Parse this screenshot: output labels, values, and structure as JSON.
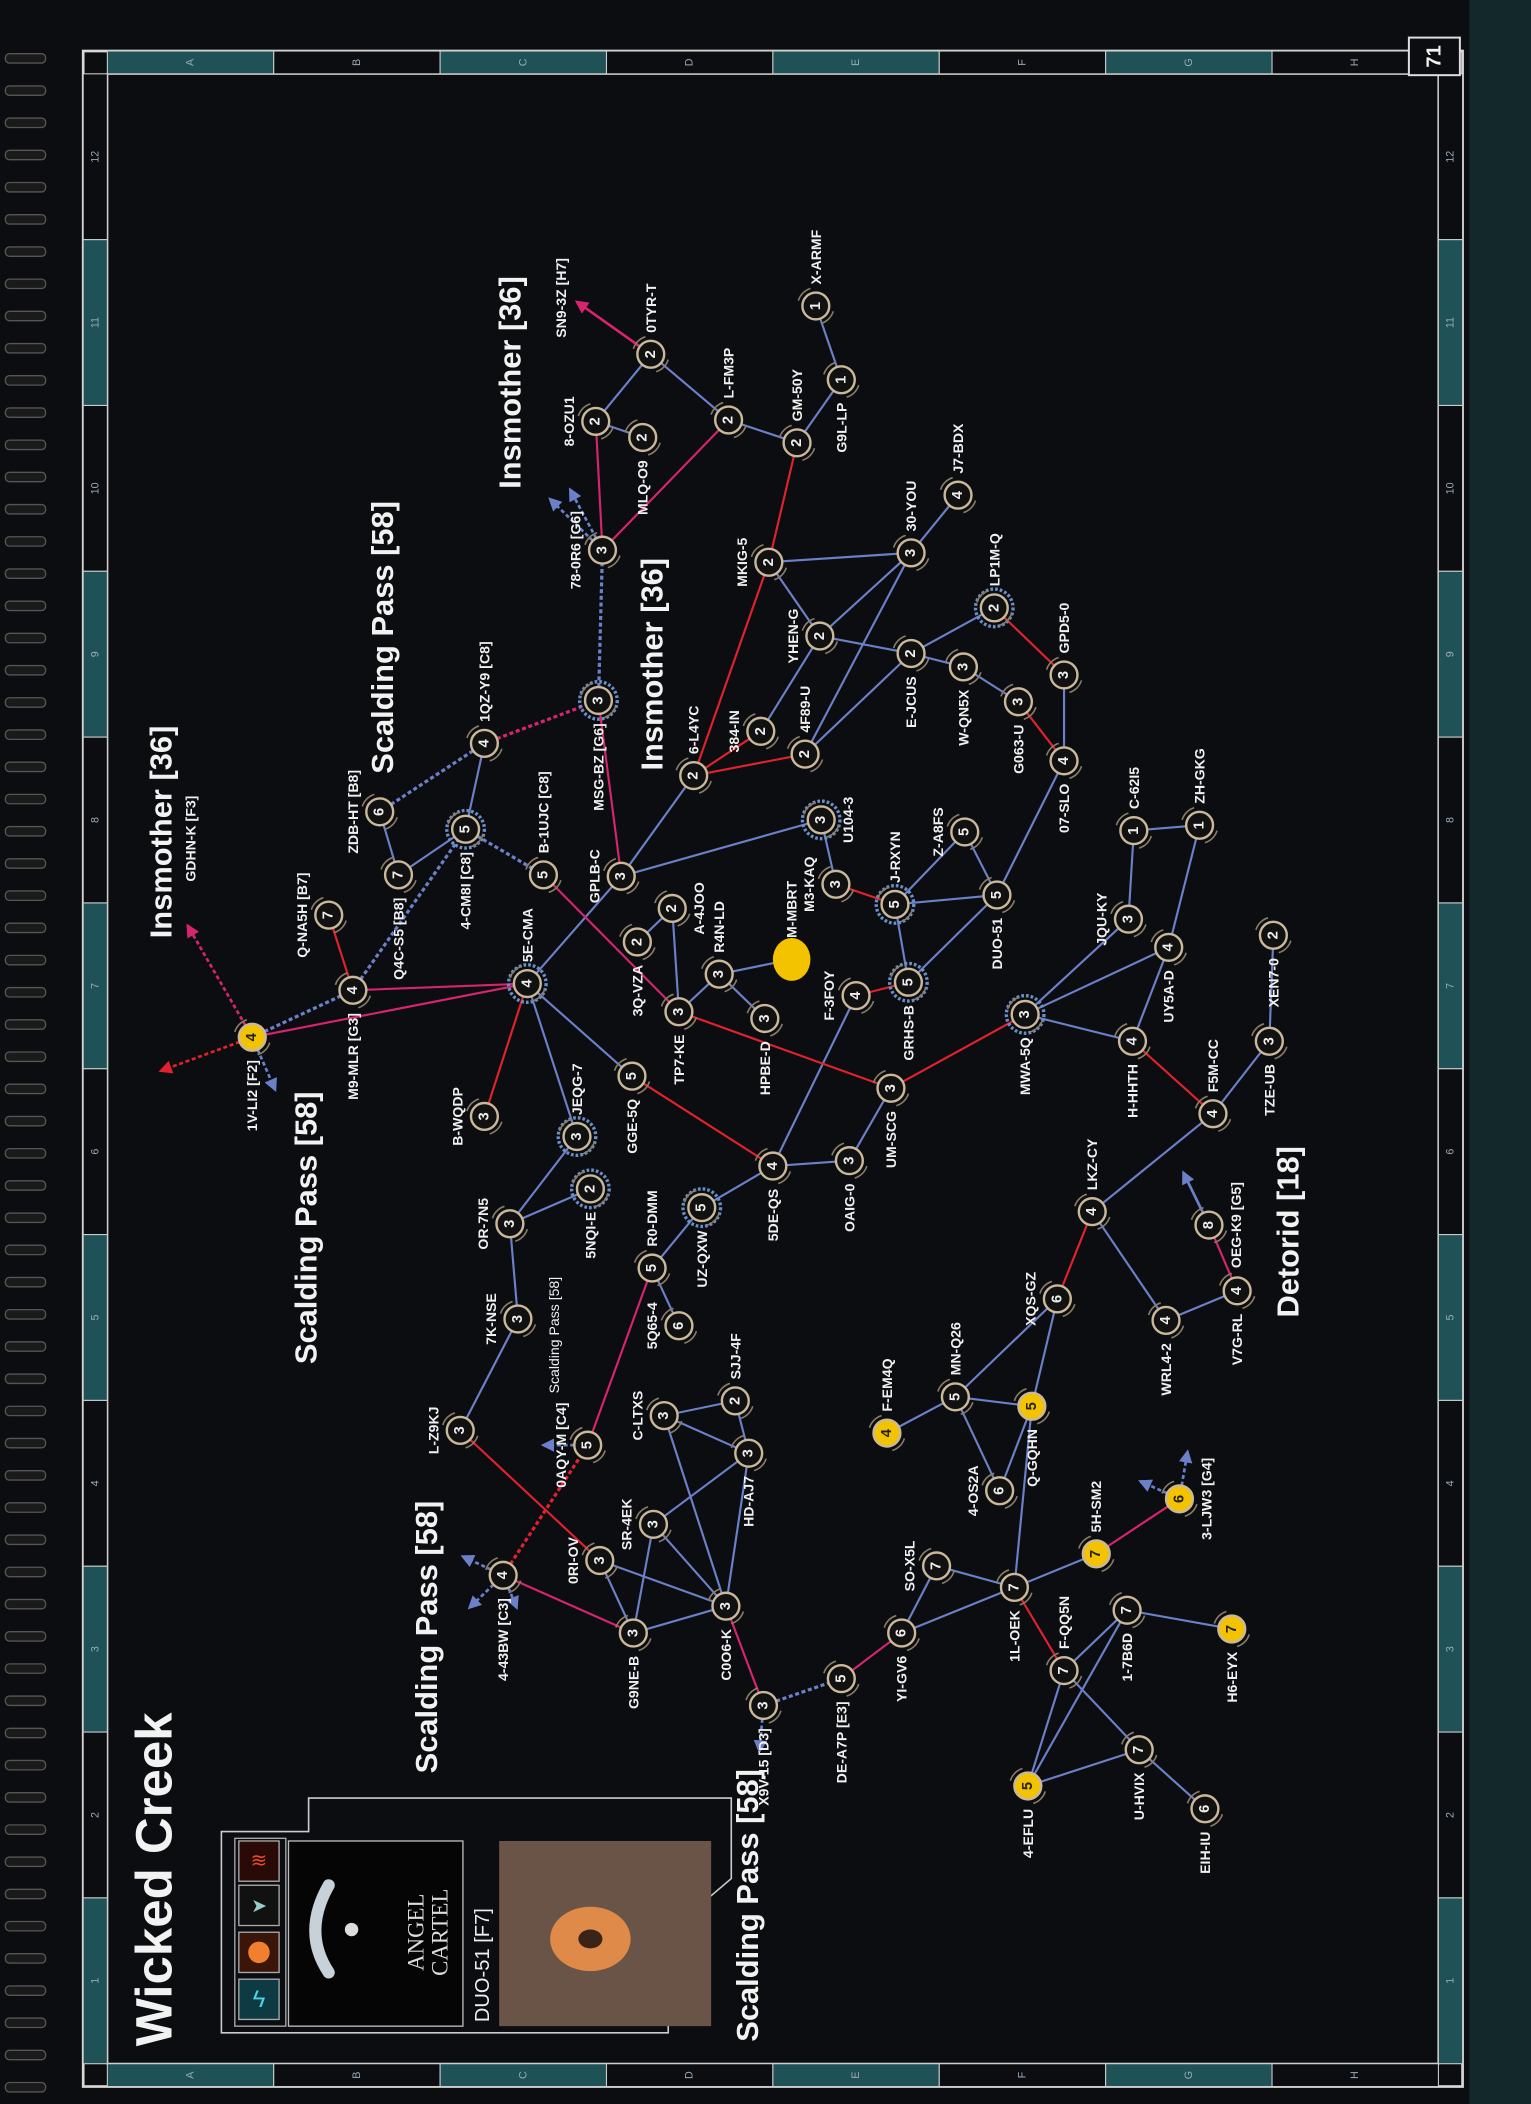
{
  "page_number": "71",
  "title": "Wicked Creek",
  "panel": {
    "faction_name_line1": "ANGEL",
    "faction_name_line2": "CARTEL",
    "capital": "DUO-51 [F7]",
    "icons": [
      "lightning-icon",
      "explosion-icon",
      "drone-icon",
      "heat-icon"
    ]
  },
  "grid": {
    "columns": [
      "A",
      "B",
      "C",
      "D",
      "E",
      "F",
      "G",
      "H"
    ],
    "rows": [
      "12",
      "11",
      "10",
      "9",
      "8",
      "7",
      "6",
      "5",
      "4",
      "3",
      "2",
      "1"
    ]
  },
  "colors": {
    "background": "#0b0d10",
    "border_teal": "#1f5257",
    "gate": "#6b80c8",
    "constellation_gate": "#e0222e",
    "region_gate": "#d6246e",
    "node_ring": "#c9b99a",
    "highlight": "#f3c300"
  },
  "regions": [
    {
      "id": "r1",
      "text": "Insmother [36]",
      "sub": "GDHN-K [F3]"
    },
    {
      "id": "r2",
      "text": "Scalding Pass [58]"
    },
    {
      "id": "r3",
      "text": "Insmother [36]"
    },
    {
      "id": "r4",
      "text": "Insmother [36]"
    },
    {
      "id": "r5",
      "text": "Scalding Pass [58]"
    },
    {
      "id": "r6",
      "text": "Scalding Pass [58]"
    },
    {
      "id": "r7",
      "text": "Scalding Pass [58]"
    },
    {
      "id": "r8",
      "text": "Detorid [18]"
    },
    {
      "id": "r9",
      "text": "SN9-3Z [H7]"
    },
    {
      "id": "r10",
      "text": "Scalding Pass [58]"
    }
  ],
  "sun": "M-MBRT",
  "nodes": [
    {
      "id": "1V-LI2",
      "label": "1V-LI2 [F2]",
      "sec": "4",
      "style": "yellow"
    },
    {
      "id": "M9-MLR",
      "label": "M9-MLR [G3]",
      "sec": "4"
    },
    {
      "id": "Q-NA5H",
      "label": "Q-NA5H [B7]",
      "sec": "7"
    },
    {
      "id": "Q4C-S5",
      "label": "Q4C-S5 [B8]",
      "sec": "7"
    },
    {
      "id": "ZDB-HT",
      "label": "ZDB-HT [B8]",
      "sec": "6"
    },
    {
      "id": "4-CM8I",
      "label": "4-CM8I [C8]",
      "sec": "5",
      "style": "blue"
    },
    {
      "id": "1QZ-Y9",
      "label": "1QZ-Y9 [C8]",
      "sec": "4"
    },
    {
      "id": "B-1UJC",
      "label": "B-1UJC [C8]",
      "sec": "5"
    },
    {
      "id": "5E-CMA",
      "label": "5E-CMA",
      "sec": "4",
      "style": "blue"
    },
    {
      "id": "MSG-BZ",
      "label": "MSG-BZ [G6]",
      "sec": "3",
      "style": "blue"
    },
    {
      "id": "78-0R6",
      "label": "78-0R6 [G6]",
      "sec": "3"
    },
    {
      "id": "8-OZU1",
      "label": "8-OZU1",
      "sec": "2"
    },
    {
      "id": "MLQ-O9",
      "label": "MLQ-O9",
      "sec": "2"
    },
    {
      "id": "0TYR-T",
      "label": "0TYR-T",
      "sec": "2"
    },
    {
      "id": "L-FM3P",
      "label": "L-FM3P",
      "sec": "2"
    },
    {
      "id": "GM-50Y",
      "label": "GM-50Y",
      "sec": "2"
    },
    {
      "id": "G9L-LP",
      "label": "G9L-LP",
      "sec": "1"
    },
    {
      "id": "X-ARMF",
      "label": "X-ARMF",
      "sec": "1"
    },
    {
      "id": "J7-BDX",
      "label": "J7-BDX",
      "sec": "4"
    },
    {
      "id": "30-YOU",
      "label": "30-YOU",
      "sec": "3"
    },
    {
      "id": "MKIG-5",
      "label": "MKIG-5",
      "sec": "2"
    },
    {
      "id": "YHEN-G",
      "label": "YHEN-G",
      "sec": "2"
    },
    {
      "id": "E-JCUS",
      "label": "E-JCUS",
      "sec": "2"
    },
    {
      "id": "LP1M-Q",
      "label": "LP1M-Q",
      "sec": "2",
      "style": "blue"
    },
    {
      "id": "W-QN5X",
      "label": "W-QN5X",
      "sec": "3"
    },
    {
      "id": "GPD5-0",
      "label": "GPD5-0",
      "sec": "3"
    },
    {
      "id": "G063-U",
      "label": "G063-U",
      "sec": "3"
    },
    {
      "id": "07-SLO",
      "label": "07-SLO",
      "sec": "4"
    },
    {
      "id": "384-IN",
      "label": "384-IN",
      "sec": "2"
    },
    {
      "id": "4F89-U",
      "label": "4F89-U",
      "sec": "2"
    },
    {
      "id": "6-L4YC",
      "label": "6-L4YC",
      "sec": "2"
    },
    {
      "id": "C-62I5",
      "label": "C-62I5",
      "sec": "1"
    },
    {
      "id": "ZH-GKG",
      "label": "ZH-GKG",
      "sec": "1"
    },
    {
      "id": "U104-3",
      "label": "U104-3",
      "sec": "3",
      "style": "blue"
    },
    {
      "id": "Z-A8FS",
      "label": "Z-A8FS",
      "sec": "5"
    },
    {
      "id": "GPLB-C",
      "label": "GPLB-C",
      "sec": "3"
    },
    {
      "id": "A-4JOO",
      "label": "A-4JOO",
      "sec": "2"
    },
    {
      "id": "3Q-VZA",
      "label": "3Q-VZA",
      "sec": "2"
    },
    {
      "id": "M3-KAQ",
      "label": "M3-KAQ",
      "sec": "3"
    },
    {
      "id": "J-RXYN",
      "label": "J-RXYN",
      "sec": "5",
      "style": "blue"
    },
    {
      "id": "DUO-51",
      "label": "DUO-51",
      "sec": "5"
    },
    {
      "id": "JQU-KY",
      "label": "JQU-KY",
      "sec": "3"
    },
    {
      "id": "UY5A-D",
      "label": "UY5A-D",
      "sec": "4"
    },
    {
      "id": "XEN7-0",
      "label": "XEN7-0",
      "sec": "2"
    },
    {
      "id": "R4N-LD",
      "label": "R4N-LD",
      "sec": "3"
    },
    {
      "id": "M-MBRT",
      "label": "M-MBRT",
      "sec": "",
      "style": "sun"
    },
    {
      "id": "HPBE-D",
      "label": "HPBE-D",
      "sec": "3"
    },
    {
      "id": "TP7-KE",
      "label": "TP7-KE",
      "sec": "3"
    },
    {
      "id": "F-3FOY",
      "label": "F-3FOY",
      "sec": "4"
    },
    {
      "id": "GRHS-B",
      "label": "GRHS-B",
      "sec": "5",
      "style": "blue"
    },
    {
      "id": "MWA-5Q",
      "label": "MWA-5Q",
      "sec": "3",
      "style": "blue"
    },
    {
      "id": "H-HHTH",
      "label": "H-HHTH",
      "sec": "4"
    },
    {
      "id": "TZE-UB",
      "label": "TZE-UB",
      "sec": "3"
    },
    {
      "id": "F5M-CC",
      "label": "F5M-CC",
      "sec": "4"
    },
    {
      "id": "GGE-5Q",
      "label": "GGE-5Q",
      "sec": "5"
    },
    {
      "id": "B-WQDP",
      "label": "B-WQDP",
      "sec": "3"
    },
    {
      "id": "JEQG-7",
      "label": "JEQG-7",
      "sec": "3",
      "style": "blue"
    },
    {
      "id": "UM-SCG",
      "label": "UM-SCG",
      "sec": "3"
    },
    {
      "id": "OAIG-0",
      "label": "OAIG-0",
      "sec": "3"
    },
    {
      "id": "5DE-QS",
      "label": "5DE-QS",
      "sec": "4"
    },
    {
      "id": "5NQI-E",
      "label": "5NQI-E",
      "sec": "2",
      "style": "blue"
    },
    {
      "id": "OR-7N5",
      "label": "OR-7N5",
      "sec": "3"
    },
    {
      "id": "UZ-QXW",
      "label": "UZ-QXW",
      "sec": "5",
      "style": "blue"
    },
    {
      "id": "R0-DMM",
      "label": "R0-DMM",
      "sec": "5"
    },
    {
      "id": "LKZ-CY",
      "label": "LKZ-CY",
      "sec": "4"
    },
    {
      "id": "OEG-K9",
      "label": "OEG-K9 [G5]",
      "sec": "8"
    },
    {
      "id": "7K-NSE",
      "label": "7K-NSE",
      "sec": "3"
    },
    {
      "id": "5Q65-4",
      "label": "5Q65-4",
      "sec": "6"
    },
    {
      "id": "XQS-GZ",
      "label": "XQS-GZ",
      "sec": "6"
    },
    {
      "id": "V7G-RL",
      "label": "V7G-RL",
      "sec": "4"
    },
    {
      "id": "WRL4-2",
      "label": "WRL4-2",
      "sec": "4"
    },
    {
      "id": "SJJ-4F",
      "label": "SJJ-4F",
      "sec": "2"
    },
    {
      "id": "MN-Q26",
      "label": "MN-Q26",
      "sec": "5"
    },
    {
      "id": "F-EM4Q",
      "label": "F-EM4Q",
      "sec": "4",
      "style": "yellow"
    },
    {
      "id": "Q-GQHN",
      "label": "Q-GQHN",
      "sec": "5",
      "style": "yellow"
    },
    {
      "id": "L-Z9KJ",
      "label": "L-Z9KJ",
      "sec": "3"
    },
    {
      "id": "C-LTXS",
      "label": "C-LTXS",
      "sec": "3"
    },
    {
      "id": "0AQY-M",
      "label": "0AQY-M [C4]",
      "sec": "5"
    },
    {
      "id": "HD-AJ7",
      "label": "HD-AJ7",
      "sec": "3"
    },
    {
      "id": "4-OS2A",
      "label": "4-OS2A",
      "sec": "6"
    },
    {
      "id": "3-LJW3",
      "label": "3-LJW3 [G4]",
      "sec": "6",
      "style": "yellow"
    },
    {
      "id": "SR-4EK",
      "label": "SR-4EK",
      "sec": "3"
    },
    {
      "id": "0RI-OV",
      "label": "0RI-OV",
      "sec": "3"
    },
    {
      "id": "5H-SM2",
      "label": "5H-SM2",
      "sec": "7",
      "style": "yellow"
    },
    {
      "id": "SO-X5L",
      "label": "SO-X5L",
      "sec": "7"
    },
    {
      "id": "4-43BW",
      "label": "4-43BW [C3]",
      "sec": "4"
    },
    {
      "id": "1L-OEK",
      "label": "1L-OEK",
      "sec": "7"
    },
    {
      "id": "1-7B6D",
      "label": "1-7B6D",
      "sec": "7"
    },
    {
      "id": "C0O6-K",
      "label": "C0O6-K",
      "sec": "3"
    },
    {
      "id": "G9NE-B",
      "label": "G9NE-B",
      "sec": "3"
    },
    {
      "id": "YI-GV6",
      "label": "YI-GV6",
      "sec": "6"
    },
    {
      "id": "H6-EYX",
      "label": "H6-EYX",
      "sec": "7",
      "style": "yellow"
    },
    {
      "id": "F-QQ5N",
      "label": "F-QQ5N",
      "sec": "7"
    },
    {
      "id": "DE-A7P",
      "label": "DE-A7P [E3]",
      "sec": "5"
    },
    {
      "id": "X9V-15",
      "label": "X9V-15 [D3]",
      "sec": "3"
    },
    {
      "id": "U-HVIX",
      "label": "U-HVIX",
      "sec": "7"
    },
    {
      "id": "4-EFLU",
      "label": "4-EFLU",
      "sec": "5",
      "style": "yellow"
    },
    {
      "id": "EIH-IU",
      "label": "EIH-IU",
      "sec": "6"
    }
  ],
  "edges": [
    [
      "1V-LI2",
      "M9-MLR",
      "gate-dotted"
    ],
    [
      "1V-LI2",
      "5E-CMA",
      "region"
    ],
    [
      "M9-MLR",
      "5E-CMA",
      "region"
    ],
    [
      "M9-MLR",
      "Q-NA5H",
      "const"
    ],
    [
      "M9-MLR",
      "4-CM8I",
      "gate-dotted"
    ],
    [
      "Q4C-S5",
      "ZDB-HT",
      "gate"
    ],
    [
      "Q4C-S5",
      "4-CM8I",
      "gate"
    ],
    [
      "ZDB-HT",
      "1QZ-Y9",
      "gate-dotted"
    ],
    [
      "4-CM8I",
      "1QZ-Y9",
      "gate"
    ],
    [
      "4-CM8I",
      "B-1UJC",
      "gate-dotted"
    ],
    [
      "1QZ-Y9",
      "MSG-BZ",
      "region-dotted"
    ],
    [
      "MSG-BZ",
      "78-0R6",
      "gate-dotted"
    ],
    [
      "MSG-BZ",
      "GPLB-C",
      "region"
    ],
    [
      "78-0R6",
      "8-OZU1",
      "region"
    ],
    [
      "78-0R6",
      "L-FM3P",
      "region"
    ],
    [
      "8-OZU1",
      "MLQ-O9",
      "gate"
    ],
    [
      "8-OZU1",
      "0TYR-T",
      "gate"
    ],
    [
      "0TYR-T",
      "L-FM3P",
      "gate"
    ],
    [
      "L-FM3P",
      "GM-50Y",
      "gate"
    ],
    [
      "GM-50Y",
      "G9L-LP",
      "gate"
    ],
    [
      "G9L-LP",
      "X-ARMF",
      "gate"
    ],
    [
      "GM-50Y",
      "MKIG-5",
      "const"
    ],
    [
      "MKIG-5",
      "6-L4YC",
      "const"
    ],
    [
      "MKIG-5",
      "30-YOU",
      "gate"
    ],
    [
      "MKIG-5",
      "YHEN-G",
      "gate"
    ],
    [
      "30-YOU",
      "J7-BDX",
      "gate"
    ],
    [
      "30-YOU",
      "YHEN-G",
      "gate"
    ],
    [
      "30-YOU",
      "4F89-U",
      "gate"
    ],
    [
      "YHEN-G",
      "E-JCUS",
      "gate"
    ],
    [
      "YHEN-G",
      "384-IN",
      "gate"
    ],
    [
      "E-JCUS",
      "4F89-U",
      "gate"
    ],
    [
      "E-JCUS",
      "LP1M-Q",
      "gate"
    ],
    [
      "E-JCUS",
      "W-QN5X",
      "gate"
    ],
    [
      "W-QN5X",
      "G063-U",
      "gate"
    ],
    [
      "LP1M-Q",
      "GPD5-0",
      "const"
    ],
    [
      "GPD5-0",
      "07-SLO",
      "gate"
    ],
    [
      "G063-U",
      "07-SLO",
      "const"
    ],
    [
      "07-SLO",
      "DUO-51",
      "gate"
    ],
    [
      "6-L4YC",
      "384-IN",
      "const"
    ],
    [
      "6-L4YC",
      "4F89-U",
      "const"
    ],
    [
      "6-L4YC",
      "GPLB-C",
      "gate"
    ],
    [
      "GPLB-C",
      "U104-3",
      "gate"
    ],
    [
      "GPLB-C",
      "5E-CMA",
      "gate"
    ],
    [
      "B-1UJC",
      "TP7-KE",
      "region"
    ],
    [
      "U104-3",
      "M3-KAQ",
      "gate"
    ],
    [
      "M3-KAQ",
      "J-RXYN",
      "const"
    ],
    [
      "J-RXYN",
      "Z-A8FS",
      "gate"
    ],
    [
      "Z-A8FS",
      "DUO-51",
      "gate"
    ],
    [
      "J-RXYN",
      "DUO-51",
      "gate"
    ],
    [
      "J-RXYN",
      "GRHS-B",
      "gate"
    ],
    [
      "GRHS-B",
      "DUO-51",
      "gate"
    ],
    [
      "GRHS-B",
      "F-3FOY",
      "const"
    ],
    [
      "F-3FOY",
      "5DE-QS",
      "gate"
    ],
    [
      "A-4JOO",
      "3Q-VZA",
      "gate"
    ],
    [
      "A-4JOO",
      "TP7-KE",
      "gate"
    ],
    [
      "TP7-KE",
      "R4N-LD",
      "gate"
    ],
    [
      "R4N-LD",
      "M-MBRT",
      "gate"
    ],
    [
      "R4N-LD",
      "HPBE-D",
      "gate"
    ],
    [
      "TP7-KE",
      "UM-SCG",
      "const"
    ],
    [
      "UM-SCG",
      "MWA-5Q",
      "const"
    ],
    [
      "UM-SCG",
      "OAIG-0",
      "gate"
    ],
    [
      "OAIG-0",
      "5DE-QS",
      "gate"
    ],
    [
      "5DE-QS",
      "GGE-5Q",
      "const"
    ],
    [
      "GGE-5Q",
      "5E-CMA",
      "gate"
    ],
    [
      "5E-CMA",
      "B-WQDP",
      "const"
    ],
    [
      "5DE-QS",
      "UZ-QXW",
      "gate"
    ],
    [
      "UZ-QXW",
      "R0-DMM",
      "gate"
    ],
    [
      "R0-DMM",
      "5Q65-4",
      "gate"
    ],
    [
      "R0-DMM",
      "0AQY-M",
      "region"
    ],
    [
      "MWA-5Q",
      "JQU-KY",
      "gate"
    ],
    [
      "MWA-5Q",
      "UY5A-D",
      "gate"
    ],
    [
      "MWA-5Q",
      "H-HHTH",
      "gate"
    ],
    [
      "JQU-KY",
      "C-62I5",
      "gate"
    ],
    [
      "C-62I5",
      "ZH-GKG",
      "gate"
    ],
    [
      "ZH-GKG",
      "UY5A-D",
      "gate"
    ],
    [
      "UY5A-D",
      "H-HHTH",
      "gate"
    ],
    [
      "H-HHTH",
      "F5M-CC",
      "const"
    ],
    [
      "F5M-CC",
      "TZE-UB",
      "gate"
    ],
    [
      "TZE-UB",
      "XEN7-0",
      "gate"
    ],
    [
      "F5M-CC",
      "LKZ-CY",
      "gate"
    ],
    [
      "LKZ-CY",
      "XQS-GZ",
      "const"
    ],
    [
      "LKZ-CY",
      "WRL4-2",
      "gate"
    ],
    [
      "WRL4-2",
      "V7G-RL",
      "gate"
    ],
    [
      "V7G-RL",
      "OEG-K9",
      "region"
    ],
    [
      "JEQG-7",
      "OR-7N5",
      "gate"
    ],
    [
      "JEQG-7",
      "5E-CMA",
      "gate"
    ],
    [
      "OR-7N5",
      "5NQI-E",
      "gate"
    ],
    [
      "OR-7N5",
      "7K-NSE",
      "gate"
    ],
    [
      "7K-NSE",
      "L-Z9KJ",
      "gate"
    ],
    [
      "L-Z9KJ",
      "0RI-OV",
      "const"
    ],
    [
      "4-43BW",
      "0AQY-M",
      "const-dotted"
    ],
    [
      "4-43BW",
      "G9NE-B",
      "region"
    ],
    [
      "G9NE-B",
      "0RI-OV",
      "gate"
    ],
    [
      "G9NE-B",
      "SR-4EK",
      "gate"
    ],
    [
      "G9NE-B",
      "C0O6-K",
      "gate"
    ],
    [
      "0RI-OV",
      "C0O6-K",
      "gate"
    ],
    [
      "SR-4EK",
      "HD-AJ7",
      "gate"
    ],
    [
      "SR-4EK",
      "C0O6-K",
      "gate"
    ],
    [
      "C-LTXS",
      "SJJ-4F",
      "gate"
    ],
    [
      "C-LTXS",
      "HD-AJ7",
      "gate"
    ],
    [
      "SJJ-4F",
      "HD-AJ7",
      "gate"
    ],
    [
      "C-LTXS",
      "C0O6-K",
      "gate"
    ],
    [
      "HD-AJ7",
      "C0O6-K",
      "gate"
    ],
    [
      "C0O6-K",
      "X9V-15",
      "region"
    ],
    [
      "X9V-15",
      "DE-A7P",
      "gate-dotted"
    ],
    [
      "DE-A7P",
      "YI-GV6",
      "region"
    ],
    [
      "YI-GV6",
      "SO-X5L",
      "gate"
    ],
    [
      "YI-GV6",
      "1L-OEK",
      "gate"
    ],
    [
      "SO-X5L",
      "1L-OEK",
      "gate"
    ],
    [
      "1L-OEK",
      "5H-SM2",
      "gate"
    ],
    [
      "5H-SM2",
      "3-LJW3",
      "region"
    ],
    [
      "1L-OEK",
      "Q-GQHN",
      "gate"
    ],
    [
      "1L-OEK",
      "F-QQ5N",
      "const"
    ],
    [
      "XQS-GZ",
      "MN-Q26",
      "gate"
    ],
    [
      "XQS-GZ",
      "Q-GQHN",
      "gate"
    ],
    [
      "MN-Q26",
      "F-EM4Q",
      "gate"
    ],
    [
      "MN-Q26",
      "Q-GQHN",
      "gate"
    ],
    [
      "MN-Q26",
      "4-OS2A",
      "gate"
    ],
    [
      "4-OS2A",
      "Q-GQHN",
      "gate"
    ],
    [
      "F-QQ5N",
      "1-7B6D",
      "gate"
    ],
    [
      "F-QQ5N",
      "U-HVIX",
      "gate"
    ],
    [
      "F-QQ5N",
      "4-EFLU",
      "gate"
    ],
    [
      "1-7B6D",
      "4-EFLU",
      "gate"
    ],
    [
      "1-7B6D",
      "H6-EYX",
      "gate"
    ],
    [
      "U-HVIX",
      "4-EFLU",
      "gate"
    ],
    [
      "U-HVIX",
      "EIH-IU",
      "gate"
    ]
  ]
}
